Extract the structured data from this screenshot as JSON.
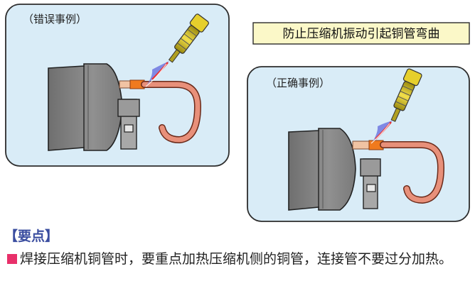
{
  "title": "防止压缩机振动引起铜管弯曲",
  "wrong_panel": {
    "label": "（错误事例）"
  },
  "correct_panel": {
    "label": "（正确事例）"
  },
  "key_point": {
    "heading": "【要点】",
    "text": "焊接压缩机铜管时，要重点加热压缩机侧的铜管，连接管不要过分加热。"
  },
  "colors": {
    "panel_bg": "#d9ecf7",
    "panel_border": "#2c2c2c",
    "title_bg": "#fbf8c8",
    "compressor": "#8a8a8a",
    "pipe_copper": "#e8907a",
    "hot_spot": "#f07a1e",
    "torch": "#d9c21f",
    "flame": "#6e78e0",
    "heading": "#3b4ea0",
    "bullet": "#e8306a"
  },
  "icons": [
    "compressor-icon",
    "copper-pipe-icon",
    "welding-torch-icon",
    "flame-icon",
    "bracket-icon"
  ]
}
